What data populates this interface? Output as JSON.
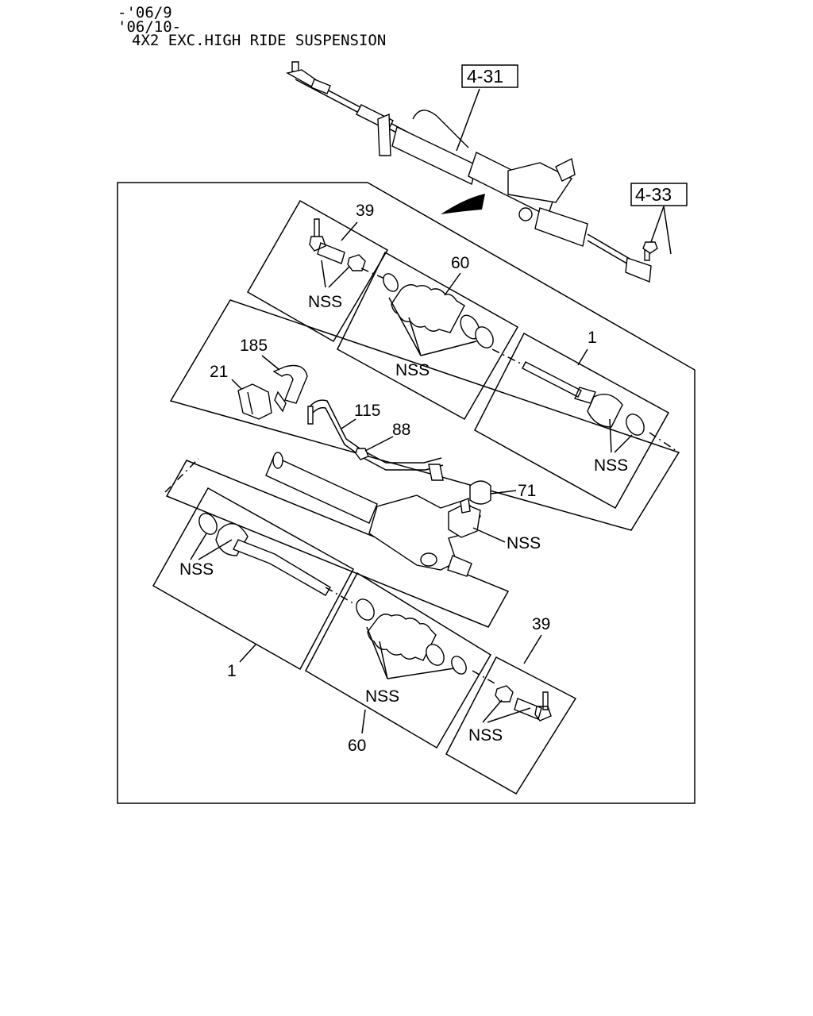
{
  "header": {
    "line1": "-'06/9",
    "line2": "'06/10-",
    "line3": "4X2 EXC.HIGH RIDE SUSPENSION"
  },
  "refs": {
    "rack_assy": "4-31",
    "nut": "4-33"
  },
  "callouts": {
    "tie_rod_end_top": "39",
    "boot_top": "60",
    "inner_tie_rod_right": "1",
    "clamp": "185",
    "bushing": "21",
    "pipe": "115",
    "fitting": "88",
    "cap": "71",
    "inner_tie_rod_left": "1",
    "boot_bottom": "60",
    "tie_rod_end_bottom": "39"
  },
  "nss": {
    "tie_rod_end_top": "NSS",
    "boot_top": "NSS",
    "inner_tie_rod_right": "NSS",
    "valve": "NSS",
    "inner_tie_rod_left": "NSS",
    "boot_bottom": "NSS",
    "tie_rod_end_bottom": "NSS"
  }
}
